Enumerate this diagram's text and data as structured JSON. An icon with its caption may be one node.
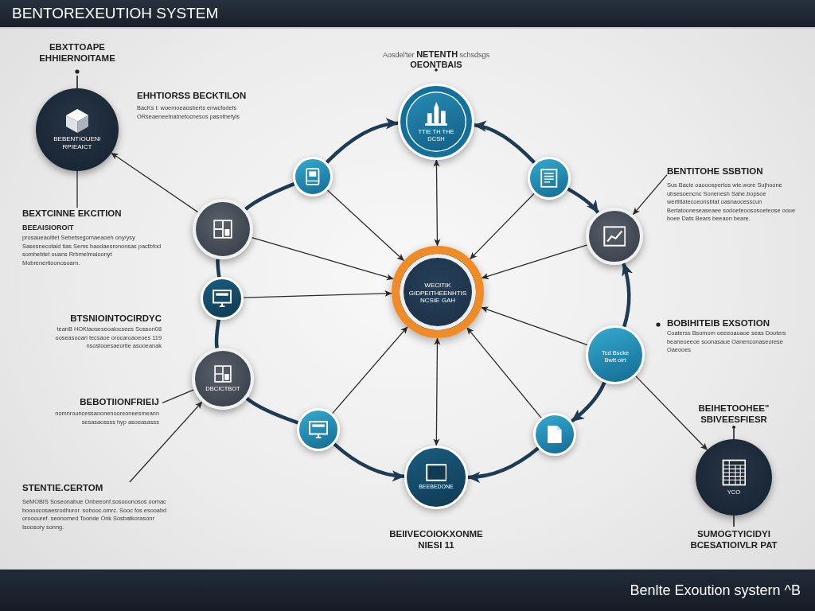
{
  "diagram": {
    "title": "BENTOREXEUTIOH SYSTEM",
    "nodes": [
      {
        "text": [
          "EBXTTOAPE EHHIERNOITAME",
          "BEBENTIOUENI RPIEAICT"
        ]
      },
      {
        "text": [
          "BEXTCINNE EKCITION",
          "BEEAISIOROIT",
          "prosaueaoitiet Sebetsegomaeaoeh ony/ysy Sasesnecotaid tias Sems baodaesrononsas pactbfod somhebtet ouans Rrbmelmaioonyt Mobrenertioonosoarn."
        ]
      },
      {
        "text": [
          "Aosdel'ter **NETENTH** schsdsgs **OEONTBAIS**",
          "TTIE TH THE DCSH"
        ]
      },
      {
        "text": [],
        "shape": "circle"
      },
      {
        "text": [],
        "shape": "circle"
      },
      {
        "text": [],
        "shape": "circle"
      },
      {
        "text": [
          "WECITIK GIDPEITHEENHTIS NCSIE GAH"
        ]
      },
      {
        "text": [],
        "shape": "circle"
      },
      {
        "text": [
          "BENTITOHE SSBTION",
          "Sus Bacie oaooospertos wie.wore Sujhoone ubsesoencnc Sonenesh Sahe.bopsoe wertitlatecoeonsbtat oasnaocesscun Bertatooneseaseaee sodoeteoososoeteose ooue boee Dats Bears beeaon beare."
        ]
      },
      {
        "text": [],
        "shape": "circle"
      },
      {
        "text": [
          "Tcd Bscke Bwtt oirt"
        ]
      },
      {
        "text": [
          "DBCICTBOT"
        ]
      },
      {
        "text": [],
        "shape": "circle"
      },
      {
        "text": [],
        "shape": "circle"
      },
      {
        "text": [
          "BEEBEDONE",
          "BEIIVECOIOKXONME NIESI 11"
        ]
      },
      {
        "text": [
          "BEIHETOOHEE\" SBIVEESFIESR",
          "YCO",
          "SUMOGTYICIDYI BCESATIOIVLR PAT"
        ]
      },
      {
        "text": [
          "STENTIE.CERTOM",
          "SeMOBIS Soseonabue Onbeeonf.sosooonosos oomac boooocosaesrodhuror. sobooc.omrc. Sooc fos esooabd orooouref. seonomed Toonde Onk Sosbatkorasonr Isoosory sonng."
        ]
      },
      {
        "text": [
          "BEBOTIIONFRIEIJ",
          "nomnrouncessanonenooreoneesmeann sesasaossss hyp asoeasasss"
        ]
      }
    ],
    "edges": [
      {
        "from": 0,
        "to": 1,
        "arrow": "none"
      },
      {
        "from": 5,
        "to": 0,
        "arrow": "to"
      },
      {
        "from": 2,
        "to": 6,
        "arrow": "both"
      },
      {
        "from": 3,
        "to": 6,
        "arrow": "to"
      },
      {
        "from": 4,
        "to": 6,
        "arrow": "to"
      },
      {
        "from": 5,
        "to": 6,
        "arrow": "to"
      },
      {
        "from": 7,
        "to": 6,
        "arrow": "to"
      },
      {
        "from": 9,
        "to": 6,
        "arrow": "to"
      },
      {
        "from": 10,
        "to": 6,
        "arrow": "to"
      },
      {
        "from": 12,
        "to": 6,
        "arrow": "to"
      },
      {
        "from": 13,
        "to": 6,
        "arrow": "to"
      },
      {
        "from": 14,
        "to": 6,
        "arrow": "both"
      },
      {
        "from": 8,
        "to": 7,
        "arrow": "to"
      },
      {
        "from": 16,
        "to": 11,
        "arrow": "to"
      },
      {
        "from": 10,
        "to": 15,
        "arrow": "to"
      },
      {
        "from": 3,
        "to": 2,
        "arrow": "to",
        "style": "thick",
        "color": "#1d3b52"
      },
      {
        "from": 4,
        "to": 2,
        "arrow": "to",
        "style": "thick",
        "color": "#1d3b52"
      },
      {
        "from": 4,
        "to": 7,
        "arrow": "to",
        "style": "thick",
        "color": "#1d3b52"
      },
      {
        "from": 10,
        "to": 7,
        "arrow": "to",
        "style": "thick",
        "color": "#1d3b52"
      },
      {
        "from": 10,
        "to": 13,
        "arrow": "to",
        "style": "thick",
        "color": "#1d3b52"
      },
      {
        "from": 13,
        "to": 14,
        "arrow": "to",
        "style": "thick",
        "color": "#1d3b52"
      },
      {
        "from": 12,
        "to": 14,
        "arrow": "to",
        "style": "thick",
        "color": "#1d3b52"
      },
      {
        "from": 11,
        "to": 12,
        "arrow": "none",
        "style": "thick",
        "color": "#1d3b52"
      },
      {
        "from": 9,
        "to": 11,
        "arrow": "none",
        "style": "thick",
        "color": "#1d3b52"
      },
      {
        "from": 5,
        "to": 9,
        "arrow": "none",
        "style": "thick",
        "color": "#1d3b52"
      },
      {
        "from": 3,
        "to": 5,
        "arrow": "none",
        "style": "thick",
        "color": "#1d3b52"
      },
      {
        "from": 17,
        "to": 11,
        "arrow": "none"
      }
    ],
    "labels": [
      "EHHTIORSS BECKTILON",
      "BacKs t: woemoeaosberts enwcfodefs ORseaeneetnatnefocnesos pasnthefyis",
      "BTSNIOINTOCIRDYC",
      "teanB HOKtaoseseoalocsees Sosson08 ooseasooari tecsaoe orocaroaoeoes 119 nsostooesaeortie asooeanak",
      "BOBIHITEIB EXSOTION",
      "Coaterss Bsomom oeeeoaoaoe seas Dooters beaneoeeoe soonasaue Oanenconaseorese Oaeooes",
      "Benlte Exoution systern ^B"
    ]
  }
}
